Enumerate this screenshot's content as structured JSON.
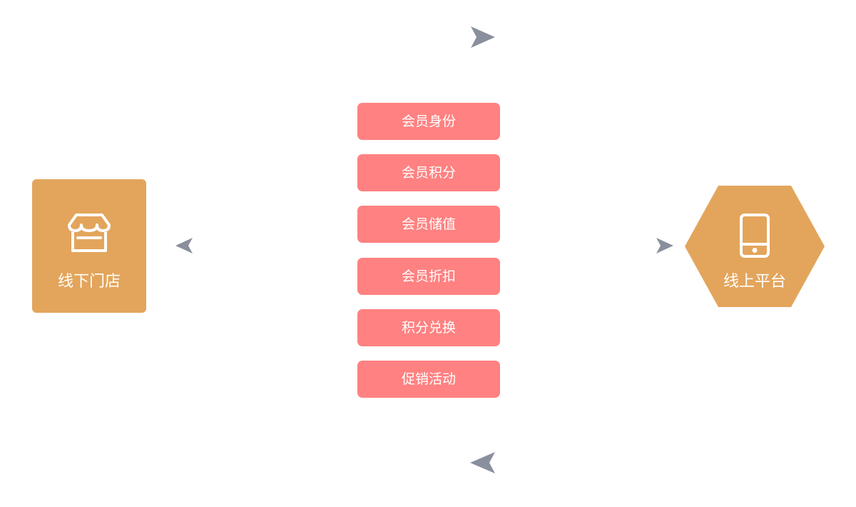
{
  "offline_store": {
    "label": "线下门店",
    "icon": "storefront-icon",
    "color": "#e3a55b"
  },
  "online_platform": {
    "label": "线上平台",
    "icon": "smartphone-icon",
    "color": "#e3a55b"
  },
  "features": [
    {
      "label": "会员身份"
    },
    {
      "label": "会员积分"
    },
    {
      "label": "会员储值"
    },
    {
      "label": "会员折扣"
    },
    {
      "label": "积分兑换"
    },
    {
      "label": "促销活动"
    }
  ],
  "feature_color": "#ff8181",
  "arrow_color": "#8a8f9e",
  "arrows": [
    {
      "icon": "arrow-right-icon",
      "direction": "right"
    },
    {
      "icon": "arrow-left-icon",
      "direction": "left"
    },
    {
      "icon": "arrow-left-icon",
      "direction": "left"
    },
    {
      "icon": "arrow-right-icon",
      "direction": "right"
    }
  ]
}
